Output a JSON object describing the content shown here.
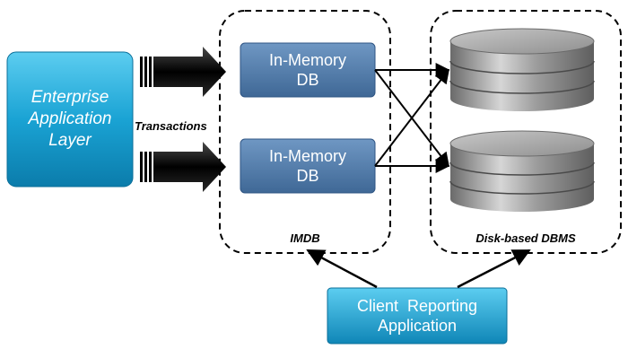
{
  "enterprise_layer": {
    "label_lines": [
      "Enterprise",
      "Application",
      "Layer"
    ]
  },
  "transactions_label": "Transactions",
  "imdb_group": {
    "caption": "IMDB",
    "databases": [
      {
        "label_lines": [
          "In-Memory",
          "DB"
        ]
      },
      {
        "label_lines": [
          "In-Memory",
          "DB"
        ]
      }
    ]
  },
  "disk_group": {
    "caption": "Disk-based DBMS"
  },
  "client_app": {
    "label_lines": [
      "Client  Reporting",
      "Application"
    ]
  },
  "colors": {
    "enterprise_fill": "#1aa3d4",
    "imdb_fill": "#4a77a8",
    "client_fill": "#1ba0d2",
    "disk_gray": "#9a9a9a",
    "arrow": "#000000"
  }
}
